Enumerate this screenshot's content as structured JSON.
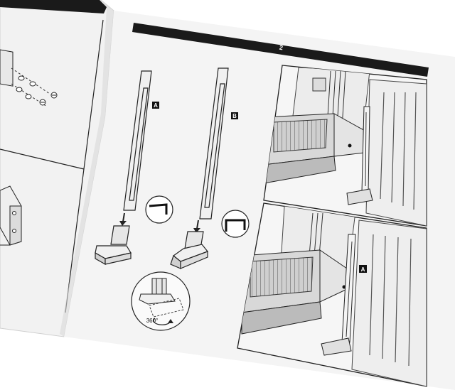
{
  "page": {
    "number": "2",
    "colors": {
      "paper": "#f4f4f4",
      "ink": "#1e1e1e",
      "band": "#1a1a1a",
      "shadow": "#d4d4d4"
    }
  },
  "labels": {
    "bracket_a": "A",
    "bracket_b": "B",
    "rotation": "360°",
    "photo_bracket": "A"
  },
  "icons": [
    "screw-icon",
    "washer-icon",
    "rotate-360-icon",
    "down-arrow-icon",
    "bracket-profile-icon"
  ]
}
